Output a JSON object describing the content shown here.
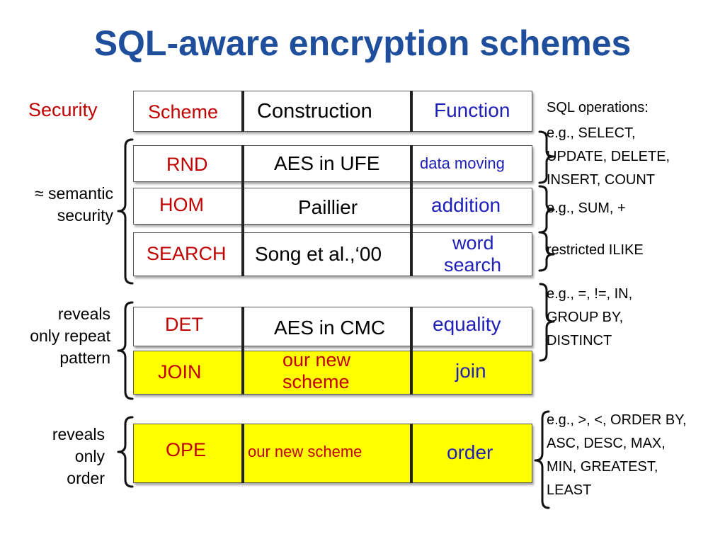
{
  "title": "SQL-aware encryption schemes",
  "header": {
    "security": "Security",
    "scheme": "Scheme",
    "construction": "Construction",
    "function": "Function"
  },
  "rows": [
    {
      "scheme": "RND",
      "construction": "AES in UFE",
      "function": "data moving"
    },
    {
      "scheme": "HOM",
      "construction": "Paillier",
      "function": "addition"
    },
    {
      "scheme": "SEARCH",
      "construction": "Song et al.,‘00",
      "function_line1": "word",
      "function_line2": "search"
    },
    {
      "scheme": "DET",
      "construction": "AES in CMC",
      "function": "equality"
    },
    {
      "scheme": "JOIN",
      "construction_line1": "our new",
      "construction_line2": "scheme",
      "function": "join"
    },
    {
      "scheme": "OPE",
      "construction": "our new scheme",
      "function": "order"
    }
  ],
  "security_levels": {
    "semantic": [
      "≈ semantic",
      "security"
    ],
    "repeat": [
      "reveals",
      "only repeat",
      "pattern"
    ],
    "order": [
      "reveals",
      "only",
      "order"
    ]
  },
  "sql_ops": {
    "header": "SQL operations:",
    "rnd": [
      "e.g., SELECT,",
      "UPDATE, DELETE,",
      "INSERT, COUNT"
    ],
    "hom": "e.g., SUM, +",
    "search": "restricted ILIKE",
    "det": [
      "e.g., =, !=, IN,",
      "GROUP BY,",
      "DISTINCT"
    ],
    "ope": [
      "e.g., >, <, ORDER BY,",
      "ASC, DESC, MAX,",
      "MIN, GREATEST,",
      "LEAST"
    ]
  },
  "colors": {
    "title": "#1f4e9c",
    "scheme": "#c00000",
    "function": "#1f20b8",
    "highlight": "#ffff00"
  }
}
